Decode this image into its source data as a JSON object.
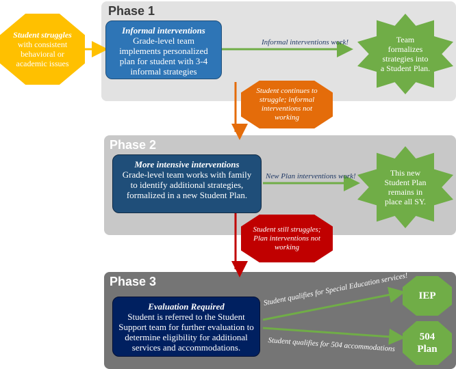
{
  "start": {
    "title": "Student struggles",
    "body": "with consistent behavioral or academic issues"
  },
  "phase1": {
    "title": "Phase 1",
    "box_head": "Informal interventions",
    "box_body": "Grade-level team implements personalized plan for student with 3-4 informal strategies",
    "edge_label": "Informal interventions work!",
    "outcome": "Team formalizes strategies into a Student Plan.",
    "fail_label": "Student continues to struggle; informal interventions not working"
  },
  "phase2": {
    "title": "Phase 2",
    "box_head": "More intensive interventions",
    "box_body": "Grade-level team works with family to identify additional strategies, formalized in a new Student Plan.",
    "edge_label": "New Plan interventions work!",
    "outcome": "This new Student Plan remains in place all SY.",
    "fail_label": "Student still struggles; Plan interventions not working"
  },
  "phase3": {
    "title": "Phase 3",
    "box_head": "Evaluation Required",
    "box_body": "Student is referred to the Student Support team for further evaluation to determine eligibility for additional services and accommodations.",
    "edge_label_iep": "Student qualifies for Special Education services!",
    "outcome_iep": "IEP",
    "edge_label_504": "Student qualifies for 504 accommodations",
    "outcome_504": "504 Plan"
  },
  "colors": {
    "phase1_bg": "#e2e2e2",
    "phase2_bg": "#c8c8c8",
    "phase3_bg": "#757575",
    "start_yellow": "#ffc000",
    "box1_blue": "#2e75b6",
    "box2_blue": "#1f4e79",
    "box3_navy": "#002060",
    "green": "#70ad47",
    "orange": "#e46c0a",
    "red": "#c00000"
  }
}
